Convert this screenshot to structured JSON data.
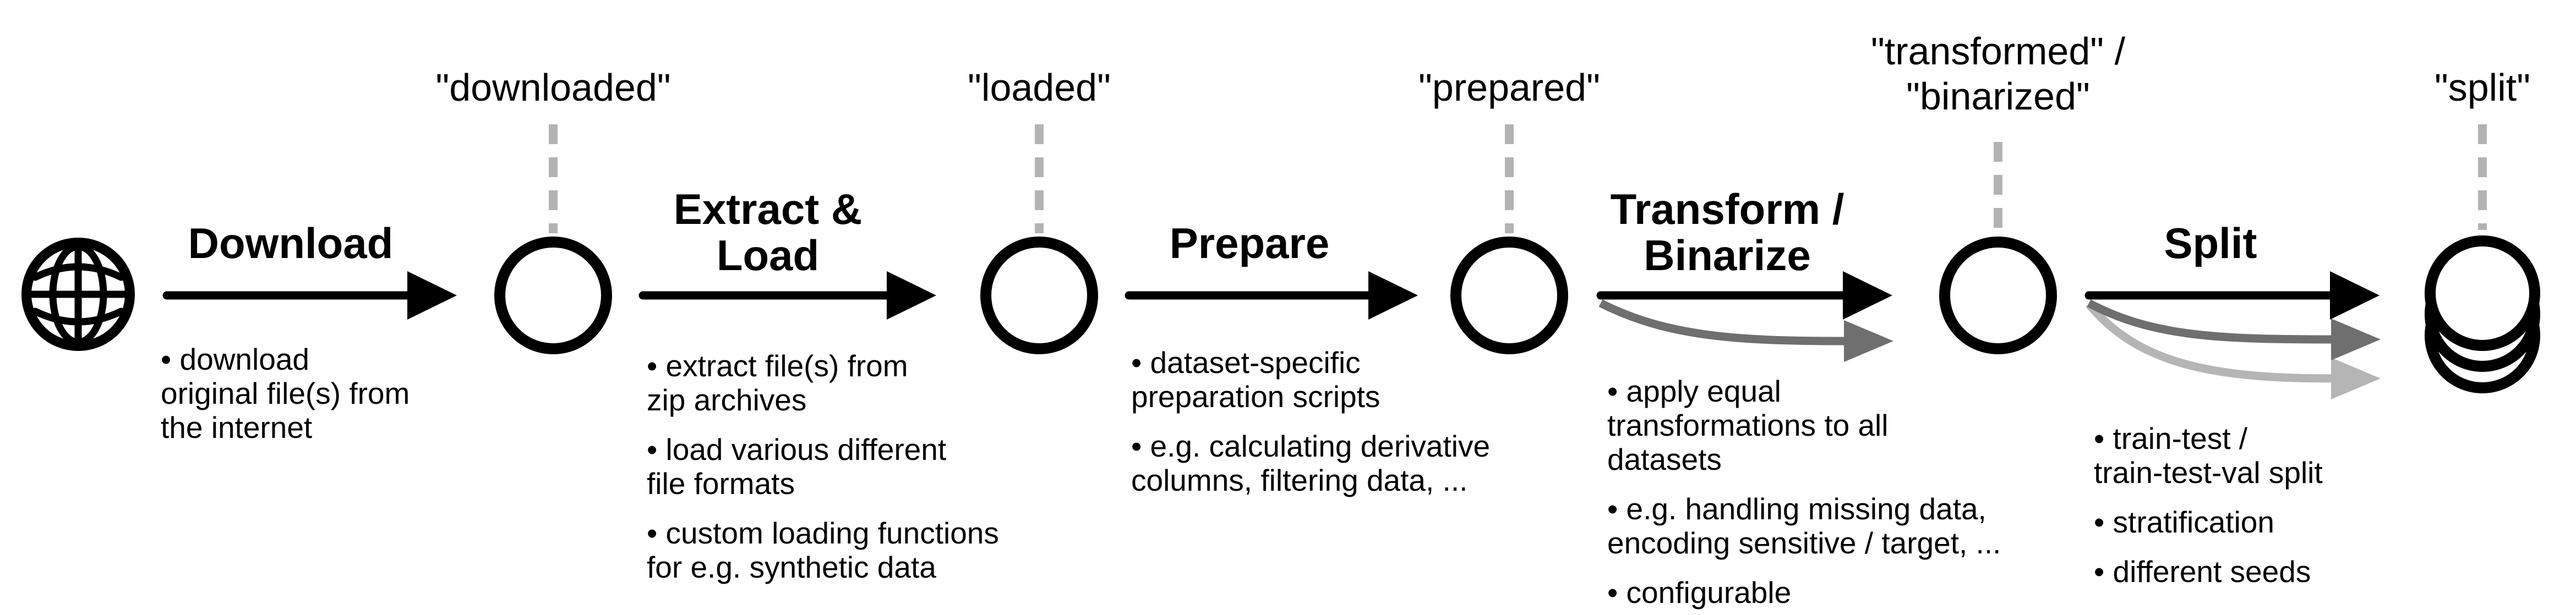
{
  "colors": {
    "black": "#000000",
    "arrow_gray": "#6f6f6f",
    "arrow_light_gray": "#b5b5b5",
    "connector_gray": "#b3b3b3",
    "node_fill": "#ffffff"
  },
  "states": [
    {
      "label": "\"downloaded\""
    },
    {
      "label": "\"loaded\""
    },
    {
      "label": "\"prepared\""
    },
    {
      "label": "\"transformed\" /\n\"binarized\""
    },
    {
      "label": "\"split\""
    }
  ],
  "stages": [
    {
      "heading": "Download",
      "bullets": [
        "• download\noriginal file(s) from\nthe internet"
      ]
    },
    {
      "heading": "Extract &\nLoad",
      "bullets": [
        "• extract file(s) from\nzip archives",
        "• load various different\nfile formats",
        "• custom loading functions\nfor e.g. synthetic data"
      ]
    },
    {
      "heading": "Prepare",
      "bullets": [
        "• dataset-specific\npreparation scripts",
        "• e.g. calculating derivative\ncolumns, filtering data, ..."
      ]
    },
    {
      "heading": "Transform /\nBinarize",
      "bullets": [
        "• apply equal\ntransformations to all\ndatasets",
        "• e.g. handling missing data,\nencoding sensitive / target, ...",
        "• configurable"
      ]
    },
    {
      "heading": "Split",
      "bullets": [
        "• train-test /\ntrain-test-val split",
        "• stratification",
        "• different seeds"
      ]
    }
  ],
  "icons": {
    "source": "globe-icon",
    "state_node": "state-circle",
    "result": "stacked-datasets-icon"
  }
}
